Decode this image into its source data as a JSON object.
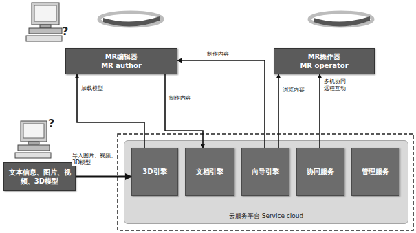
{
  "diagram": {
    "nodes": [
      {
        "text": [
          "MR编辑器",
          "MR author"
        ]
      },
      {
        "text": [
          "MR操作器",
          "MR operator"
        ]
      },
      {
        "text": [
          "文本信息、图片、视频、3D模型"
        ]
      },
      {
        "text": [
          "云服务平台 Service cloud"
        ]
      },
      {
        "text": [
          "3D引擎"
        ],
        "in": 3
      },
      {
        "text": [
          "文档引擎"
        ],
        "in": 3
      },
      {
        "text": [
          "向导引擎"
        ],
        "in": 3
      },
      {
        "text": [
          "协同服务"
        ],
        "in": 3
      },
      {
        "text": [
          "管理服务"
        ],
        "in": 3
      }
    ],
    "edges": [
      {
        "from": 4,
        "to": 0,
        "label": "加载模型",
        "arrow": "to"
      },
      {
        "from": 0,
        "to": 5,
        "label": "制作内容",
        "arrow": "to"
      },
      {
        "from": 6,
        "to": 0,
        "label": "制作内容",
        "arrow": "to"
      },
      {
        "from": 6,
        "to": 1,
        "label": "浏览内容",
        "arrow": "to"
      },
      {
        "from": 7,
        "to": 1,
        "label": "多机协同 远程互动",
        "arrow": "to"
      },
      {
        "from": 2,
        "to": 4,
        "label": "导入图片、视频、3D模型",
        "arrow": "to"
      }
    ],
    "labels": [
      "?",
      "?"
    ]
  }
}
